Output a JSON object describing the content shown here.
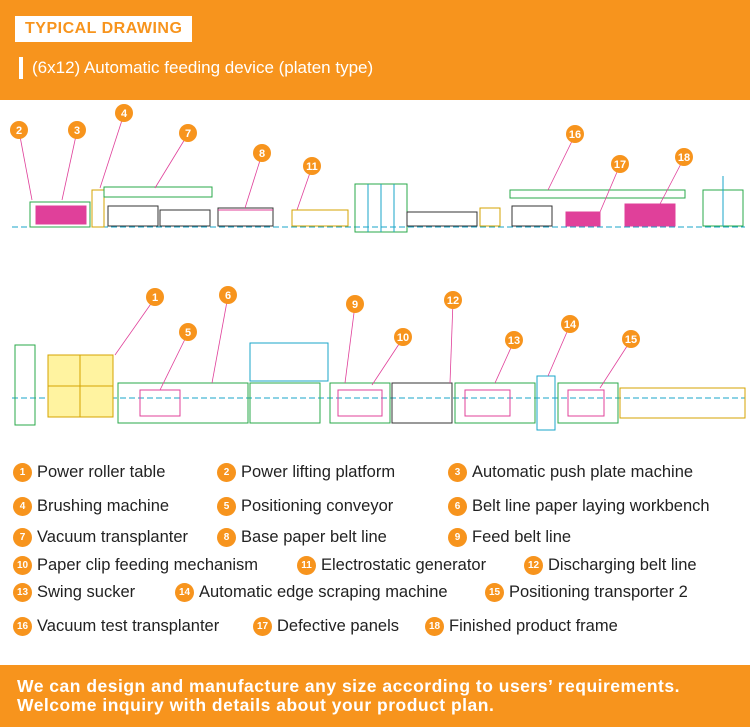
{
  "header": {
    "badge": "TYPICAL DRAWING",
    "subtitle": "(6x12) Automatic feeding device (platen type)"
  },
  "callouts_top": [
    "2",
    "3",
    "4",
    "7",
    "8",
    "11",
    "16",
    "17",
    "18"
  ],
  "callouts_bottom": [
    "1",
    "6",
    "5",
    "9",
    "10",
    "12",
    "13",
    "14",
    "15"
  ],
  "legend": [
    {
      "num": "1",
      "label": "Power roller table"
    },
    {
      "num": "2",
      "label": "Power lifting platform"
    },
    {
      "num": "3",
      "label": "Automatic push plate machine"
    },
    {
      "num": "4",
      "label": "Brushing machine"
    },
    {
      "num": "5",
      "label": "Positioning conveyor"
    },
    {
      "num": "6",
      "label": "Belt line paper laying workbench"
    },
    {
      "num": "7",
      "label": "Vacuum transplanter"
    },
    {
      "num": "8",
      "label": "Base paper belt line"
    },
    {
      "num": "9",
      "label": "Feed belt line"
    },
    {
      "num": "10",
      "label": "Paper clip feeding mechanism"
    },
    {
      "num": "11",
      "label": "Electrostatic generator"
    },
    {
      "num": "12",
      "label": "Discharging belt line"
    },
    {
      "num": "13",
      "label": "Swing sucker"
    },
    {
      "num": "14",
      "label": "Automatic edge scraping machine"
    },
    {
      "num": "15",
      "label": "Positioning transporter 2"
    },
    {
      "num": "16",
      "label": "Vacuum test transplanter"
    },
    {
      "num": "17",
      "label": "Defective panels"
    },
    {
      "num": "18",
      "label": "Finished product frame"
    }
  ],
  "footer": {
    "line1": "We can design and manufacture any size according to users’ requirements.",
    "line2": "Welcome inquiry with details about your product plan."
  },
  "colors": {
    "accent": "#f7941d",
    "magenta": "#e0409a",
    "green": "#2aa84a",
    "cyan": "#1aa6c8"
  }
}
